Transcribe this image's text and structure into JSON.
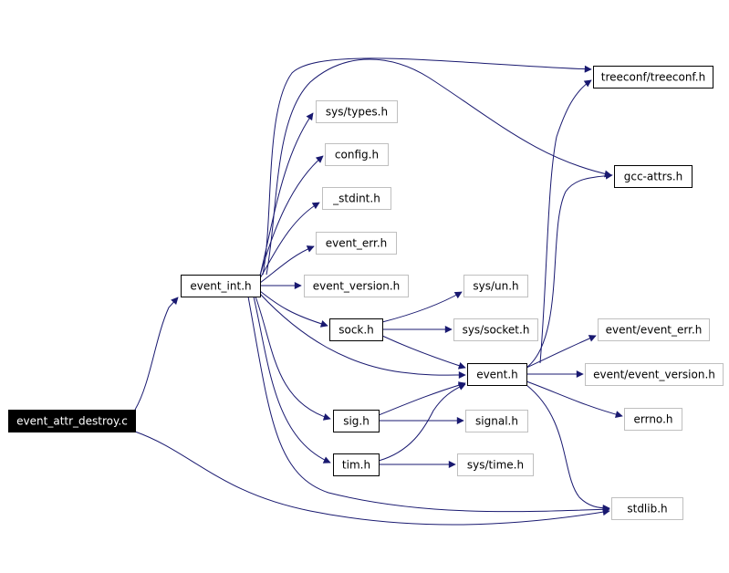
{
  "colors": {
    "edge": "#191970",
    "node_border_internal": "#000000",
    "node_border_external": "#bfbfbf",
    "root_fill": "#000000",
    "root_text": "#ffffff",
    "text": "#000000",
    "background": "#ffffff"
  },
  "nodes": [
    {
      "id": "root",
      "label": "event_attr_destroy.c",
      "kind": "root"
    },
    {
      "id": "event_int",
      "label": "event_int.h",
      "kind": "internal"
    },
    {
      "id": "treeconf",
      "label": "treeconf/treeconf.h",
      "kind": "internal"
    },
    {
      "id": "sys_types",
      "label": "sys/types.h",
      "kind": "external"
    },
    {
      "id": "config",
      "label": "config.h",
      "kind": "external"
    },
    {
      "id": "gcc_attrs",
      "label": "gcc-attrs.h",
      "kind": "internal"
    },
    {
      "id": "stdint",
      "label": "_stdint.h",
      "kind": "external"
    },
    {
      "id": "event_err",
      "label": "event_err.h",
      "kind": "external"
    },
    {
      "id": "event_version",
      "label": "event_version.h",
      "kind": "external"
    },
    {
      "id": "sys_un",
      "label": "sys/un.h",
      "kind": "external"
    },
    {
      "id": "sock",
      "label": "sock.h",
      "kind": "internal"
    },
    {
      "id": "sys_socket",
      "label": "sys/socket.h",
      "kind": "external"
    },
    {
      "id": "event_event_err",
      "label": "event/event_err.h",
      "kind": "external"
    },
    {
      "id": "event",
      "label": "event.h",
      "kind": "internal"
    },
    {
      "id": "event_event_version",
      "label": "event/event_version.h",
      "kind": "external"
    },
    {
      "id": "errno",
      "label": "errno.h",
      "kind": "external"
    },
    {
      "id": "sig",
      "label": "sig.h",
      "kind": "internal"
    },
    {
      "id": "signal",
      "label": "signal.h",
      "kind": "external"
    },
    {
      "id": "tim",
      "label": "tim.h",
      "kind": "internal"
    },
    {
      "id": "sys_time",
      "label": "sys/time.h",
      "kind": "external"
    },
    {
      "id": "stdlib",
      "label": "stdlib.h",
      "kind": "external"
    }
  ]
}
